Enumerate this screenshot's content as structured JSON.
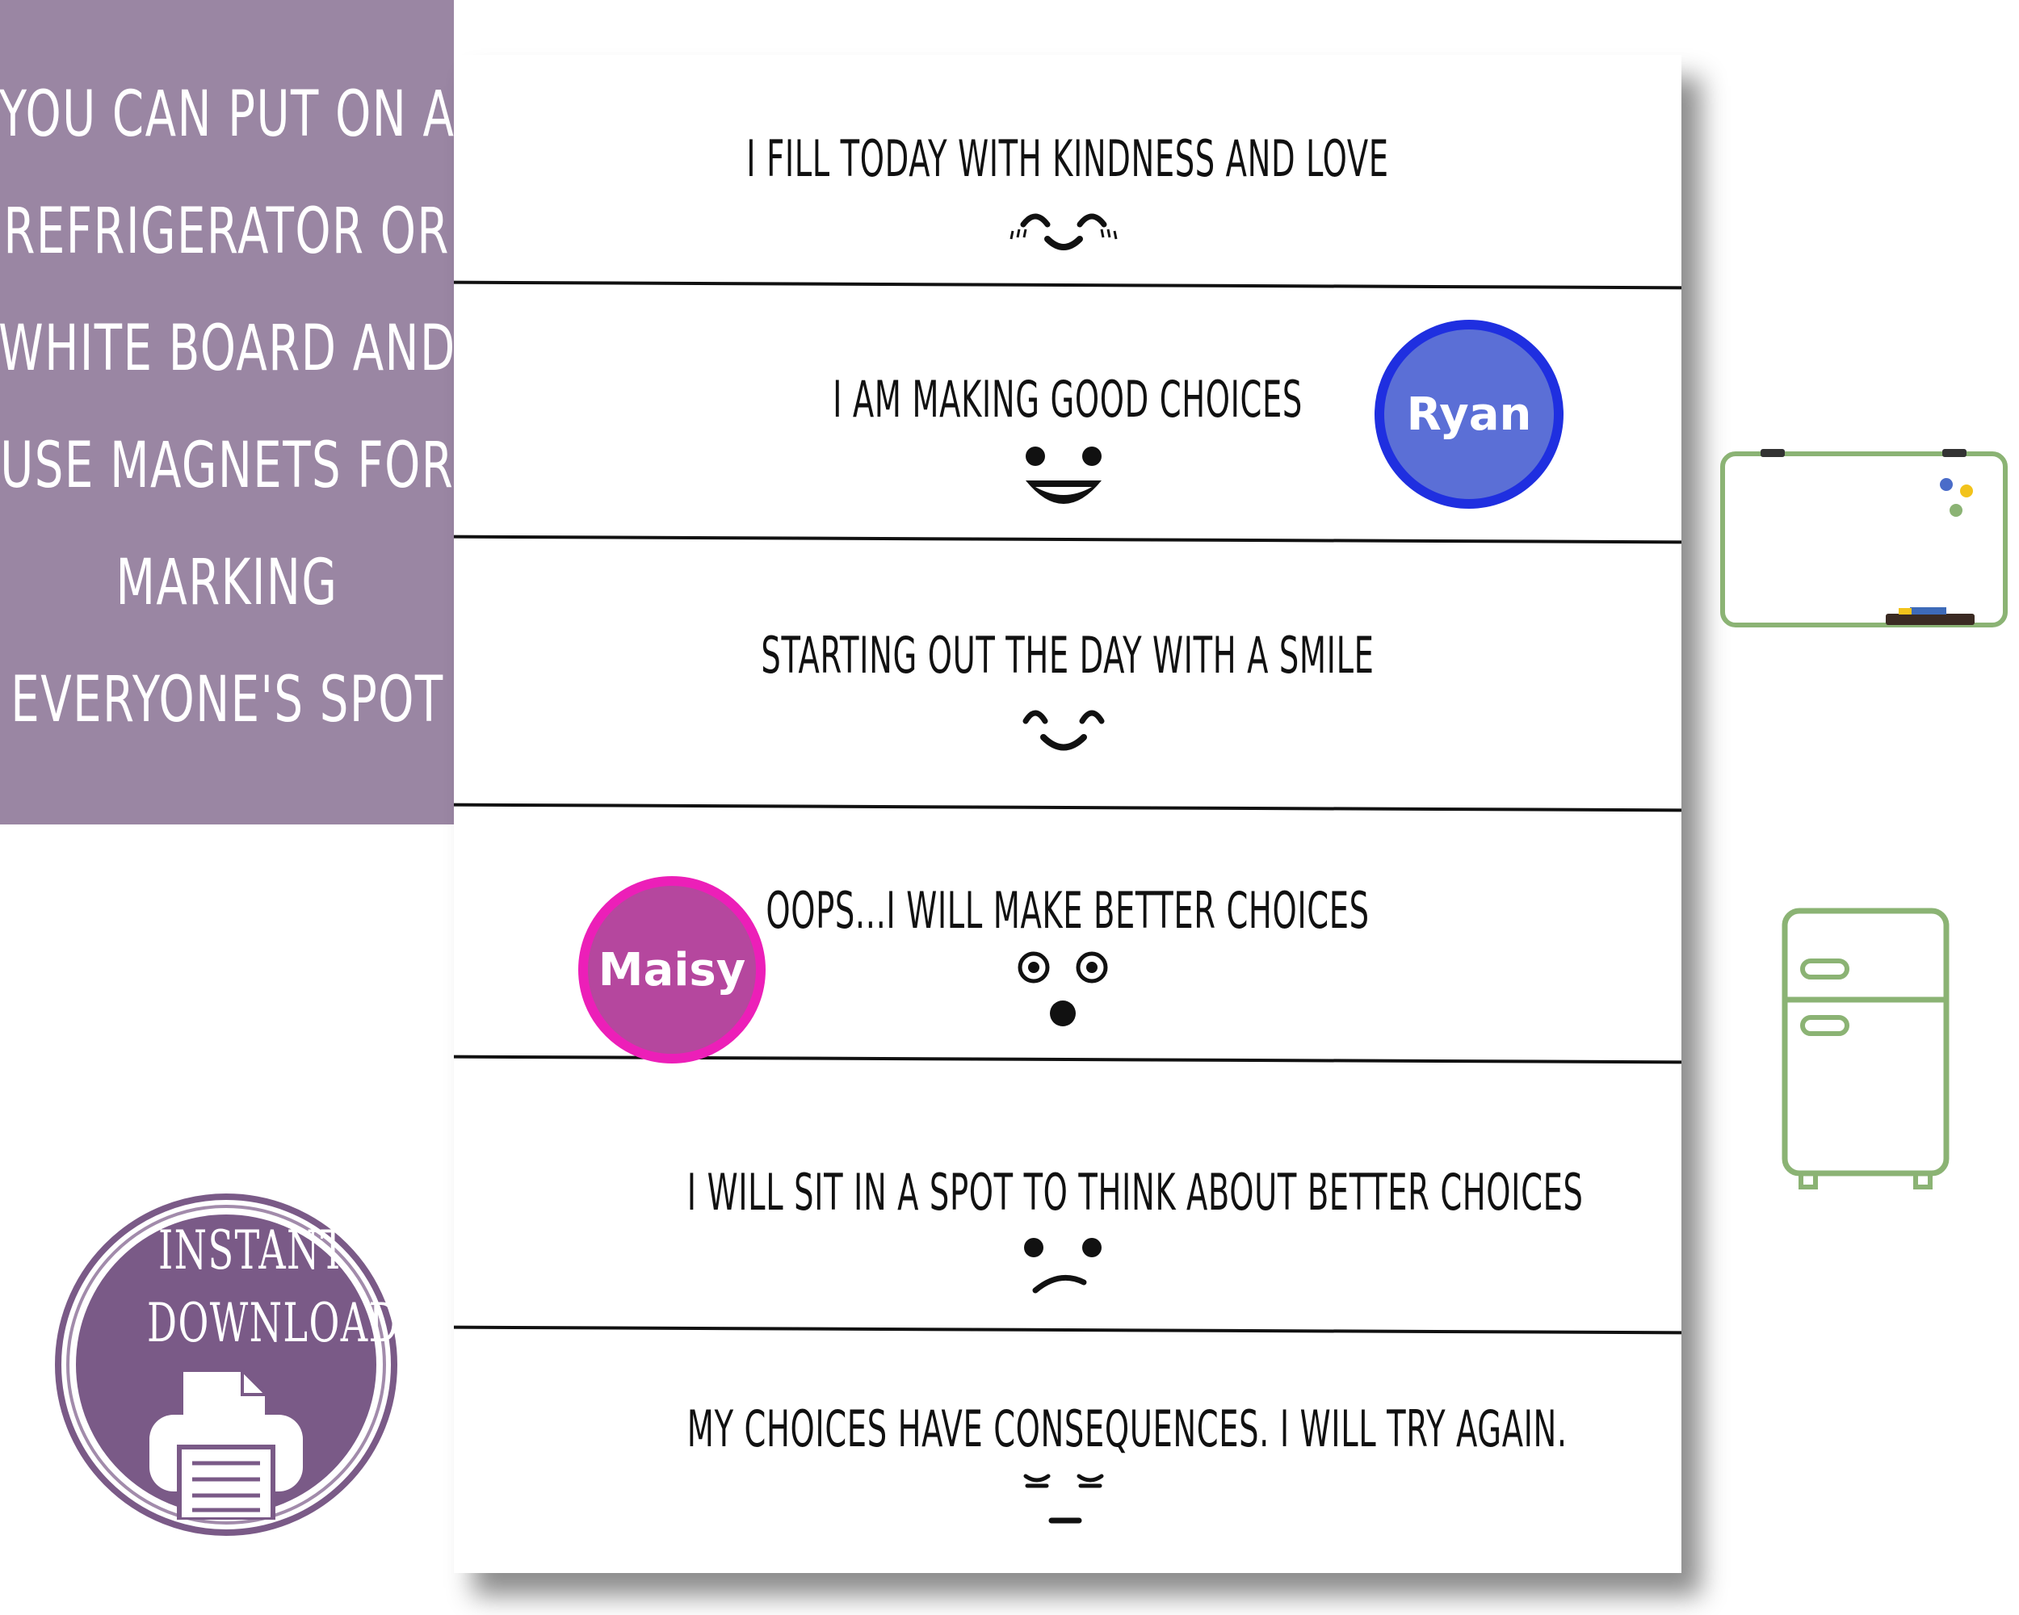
{
  "info_box": {
    "lines": [
      "You can Put on a",
      "refrigerator or",
      "white board and",
      "use magnets for",
      "marking",
      "everyone's spot"
    ],
    "background": "#9a86a3"
  },
  "chart_rows": [
    {
      "text": "I fill today with Kindness and Love",
      "face": "closed-eyes-smile-icon"
    },
    {
      "text": "I am Making good choices",
      "face": "big-grin-icon"
    },
    {
      "text": "Starting Out the day with a smile",
      "face": "gentle-smile-icon"
    },
    {
      "text": "oops...I will make better choices",
      "face": "surprised-face-icon"
    },
    {
      "text": "I will Sit In a spot to think about better choices",
      "face": "sad-face-icon"
    },
    {
      "text": "My Choices Have consequences. I will try again.",
      "face": "sleepy-face-icon"
    }
  ],
  "magnets": {
    "ryan": {
      "label": "Ryan",
      "fill": "#5b6fd6",
      "ring": "#1f2fe0"
    },
    "maisy": {
      "label": "Maisy",
      "fill": "#b5479e",
      "ring": "#ec1fb8"
    }
  },
  "badge": {
    "line1": "Instant",
    "line2": "Download",
    "color": "#7a5a87",
    "icon": "printer-icon"
  },
  "side_icons": {
    "whiteboard": "whiteboard-icon",
    "refrigerator": "refrigerator-icon",
    "outline_color": "#8bb374"
  }
}
